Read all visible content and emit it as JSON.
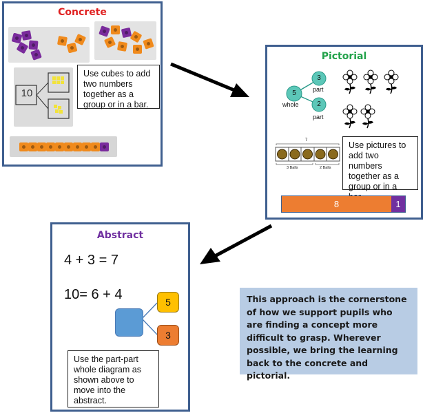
{
  "concrete": {
    "title": "Concrete",
    "description": "Use cubes to add two numbers together as a group or in a bar.",
    "whole_label": "10",
    "title_color": "#e02020"
  },
  "pictorial": {
    "title": "Pictorial",
    "title_color": "#22a24a",
    "whole_value": "5",
    "whole_label": "whole",
    "part_top_value": "3",
    "part_bottom_value": "2",
    "part_label": "part",
    "description": "Use pictures to add two numbers together as a group or in a bar.",
    "bar_model": {
      "top_label": "7",
      "left_label": "3 Balls",
      "right_label": "2 Balls"
    },
    "bar": {
      "left_value": "8",
      "right_value": "1",
      "left_color": "#ed7d31",
      "right_color": "#7030a0",
      "left_fraction": 0.889
    }
  },
  "abstract": {
    "title": "Abstract",
    "title_color": "#7030a0",
    "equation_1": "4 + 3 = 7",
    "equation_2": "10= 6 + 4",
    "part_top": "5",
    "part_bottom": "3",
    "description": "Use the part-part whole diagram as shown above to move into the abstract."
  },
  "note": {
    "text": "This approach is the cornerstone of how we support pupils who are finding a concept more difficult to grasp. Wherever possible, we bring the learning back to the concrete and pictorial."
  },
  "colors": {
    "panel_border": "#3f5f8f",
    "note_bg": "#b8cce4",
    "whole_square": "#5b9bd5",
    "part_top": "#ffc000",
    "part_bottom": "#ed7d31"
  }
}
